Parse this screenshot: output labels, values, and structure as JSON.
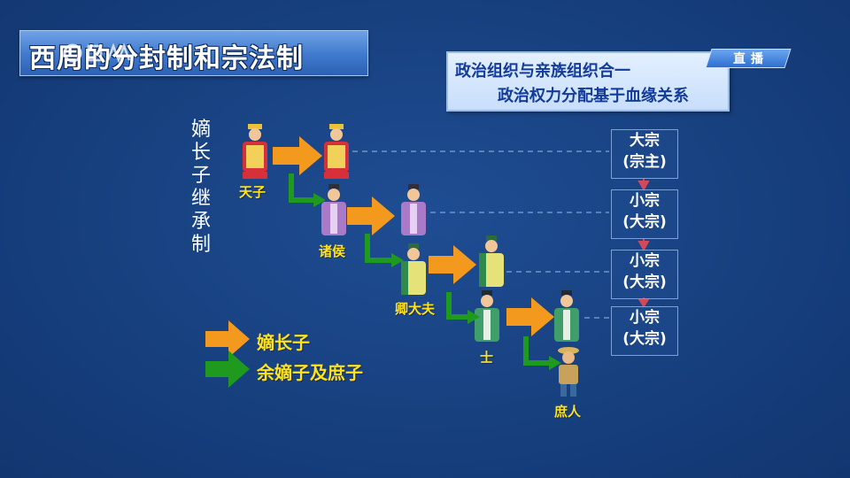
{
  "header": {
    "title": "西周的分封制和宗法制",
    "live_label": "直播"
  },
  "info": {
    "line1": "政治组织与亲族组织合一",
    "line2": "政治权力分配基于血缘关系"
  },
  "side_caption": "嫡长子继承制",
  "roles": {
    "tianzi": "天子",
    "zhuhou": "诸侯",
    "qingdafu": "卿大夫",
    "shi": "士",
    "shuren": "庶人"
  },
  "lineage": [
    {
      "top": "大宗",
      "bottom": "(宗主)"
    },
    {
      "top": "小宗",
      "bottom": "(大宗)"
    },
    {
      "top": "小宗",
      "bottom": "(大宗)"
    },
    {
      "top": "小宗",
      "bottom": "(大宗)"
    }
  ],
  "legend": {
    "orange_label": "嫡长子",
    "green_label": "余嫡子及庶子"
  },
  "colors": {
    "orange_arrow": "#f39a1e",
    "green_arrow": "#1f9a1f",
    "label_yellow": "#ffe419"
  },
  "icons": {
    "figures": [
      "emperor-figure-icon",
      "noble-figure-icon",
      "official-figure-icon",
      "commoner-figure-icon"
    ]
  }
}
